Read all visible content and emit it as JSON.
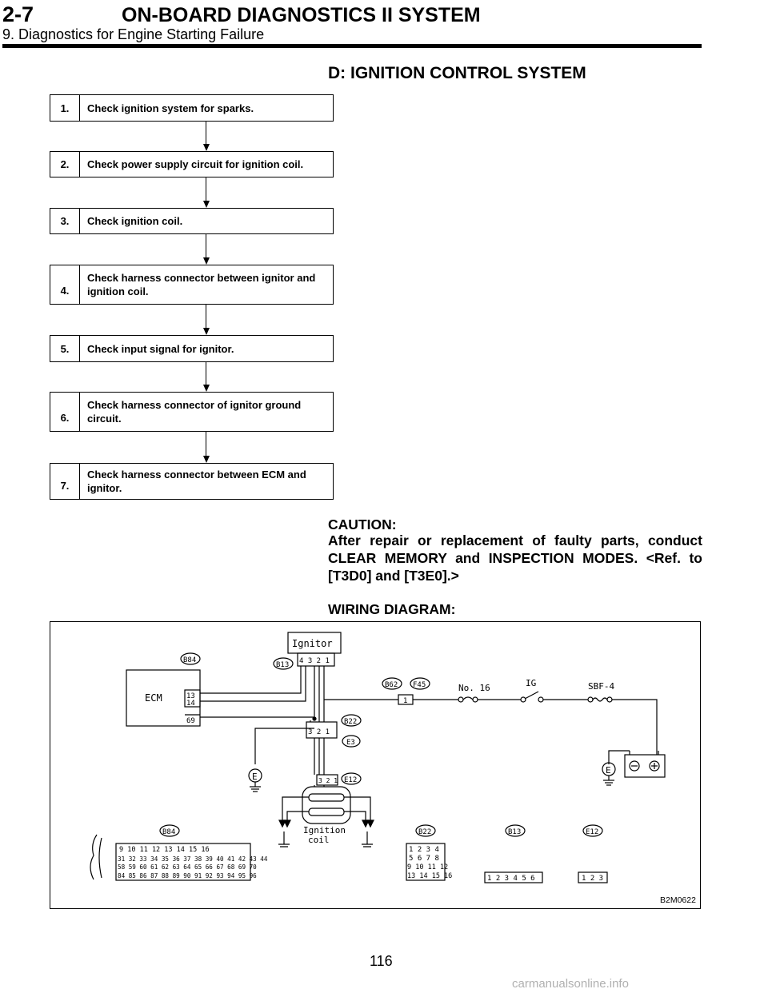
{
  "header": {
    "section_number": "2-7",
    "title": "ON-BOARD DIAGNOSTICS II SYSTEM",
    "subtitle": "9. Diagnostics for Engine Starting Failure"
  },
  "section_title": "D: IGNITION CONTROL SYSTEM",
  "steps": [
    {
      "num": "1.",
      "text": "Check ignition system for sparks."
    },
    {
      "num": "2.",
      "text": "Check power supply circuit for ignition coil."
    },
    {
      "num": "3.",
      "text": "Check ignition coil."
    },
    {
      "num": "4.",
      "text": "Check harness connector between ignitor and ignition coil."
    },
    {
      "num": "5.",
      "text": "Check input signal for ignitor."
    },
    {
      "num": "6.",
      "text": "Check harness connector of ignitor ground circuit."
    },
    {
      "num": "7.",
      "text": "Check harness connector between ECM and ignitor."
    }
  ],
  "caution": {
    "label": "CAUTION:",
    "text": "After repair or replacement of faulty parts, conduct CLEAR MEMORY and INSPECTION MODES. <Ref. to [T3D0] and [T3E0].>"
  },
  "wiring_label": "WIRING DIAGRAM:",
  "diagram": {
    "figure_id": "B2M0622",
    "components": {
      "ignitor": "Ignitor",
      "ecm": "ECM",
      "fuse_no16": "No. 16",
      "ig_switch": "IG",
      "sbf": "SBF-4",
      "coil_line1": "Ignition",
      "coil_line2": "coil",
      "ground": "E"
    },
    "connectors": {
      "b84": "B84",
      "b13": "B13",
      "b62": "B62",
      "f45": "F45",
      "b22": "B22",
      "e3": "E3",
      "e12": "E12"
    },
    "pins": {
      "ecm_pin_a": "13",
      "ecm_pin_b": "14",
      "ecm_pin_c": "69",
      "b62_pin": "1",
      "b13_pins": "4 3 2 1",
      "b22_pins": "3 2 1",
      "e12_pins": "3 2 1"
    },
    "face_b84": {
      "row1": "9 10   11 12   13 14   15 16",
      "row2": "31 32 33 34 35 36 37 38 39 40 41 42 43 44",
      "row3": "58 59 60 61 62 63 64 65 66 67 68 69 70",
      "row4": "84 85 86 87 88 89 90 91 92 93 94 95 96"
    },
    "face_b22": {
      "row1": "1 2 3 4",
      "row2": "5 6 7 8",
      "row3": "9 10 11 12",
      "row4": "13 14 15 16"
    },
    "face_b13": "1 2 3 4 5 6",
    "face_e12": "1 2 3"
  },
  "page_number": "116",
  "watermark": "carmanualsonline.info"
}
